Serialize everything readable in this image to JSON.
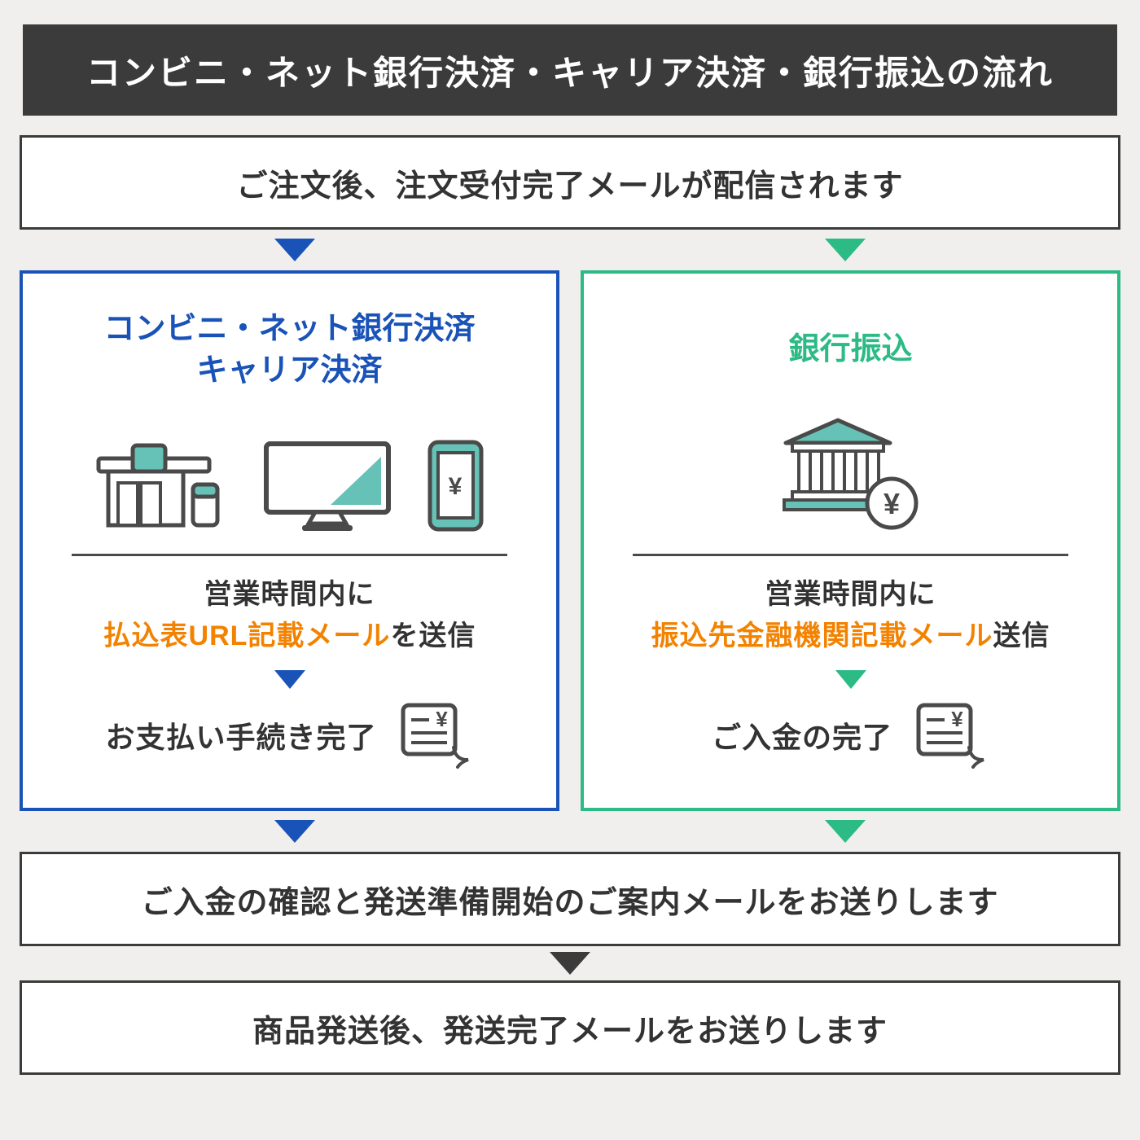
{
  "header": {
    "title": "コンビニ・ネット銀行決済・キャリア決済・銀行振込の流れ"
  },
  "steps": {
    "order_received": "ご注文後、注文受付完了メールが配信されます",
    "payment_confirmed": "ご入金の確認と発送準備開始のご案内メールをお送りします",
    "shipped": "商品発送後、発送完了メールをお送りします"
  },
  "panels": {
    "left": {
      "title_line1": "コンビニ・ネット銀行決済",
      "title_line2": "キャリア決済",
      "notice_line1": "営業時間内に",
      "notice_highlight": "払込表URL記載メール",
      "notice_suffix": "を送信",
      "complete_label": "お支払い手続き完了",
      "icon_names": [
        "convenience-store-icon",
        "computer-icon",
        "smartphone-icon",
        "receipt-icon"
      ]
    },
    "right": {
      "title": "銀行振込",
      "notice_line1": "営業時間内に",
      "notice_highlight": "振込先金融機関記載メール",
      "notice_suffix": "送信",
      "complete_label": "ご入金の完了",
      "icon_names": [
        "bank-icon",
        "yen-coin-icon",
        "receipt-icon"
      ]
    }
  },
  "glyphs": {
    "yen": "¥"
  },
  "colors": {
    "background": "#f0efed",
    "dark": "#3b3b3b",
    "text": "#333333",
    "blue": "#1a53b7",
    "green": "#2cba85",
    "orange": "#f38200",
    "teal": "#66c1b6"
  }
}
